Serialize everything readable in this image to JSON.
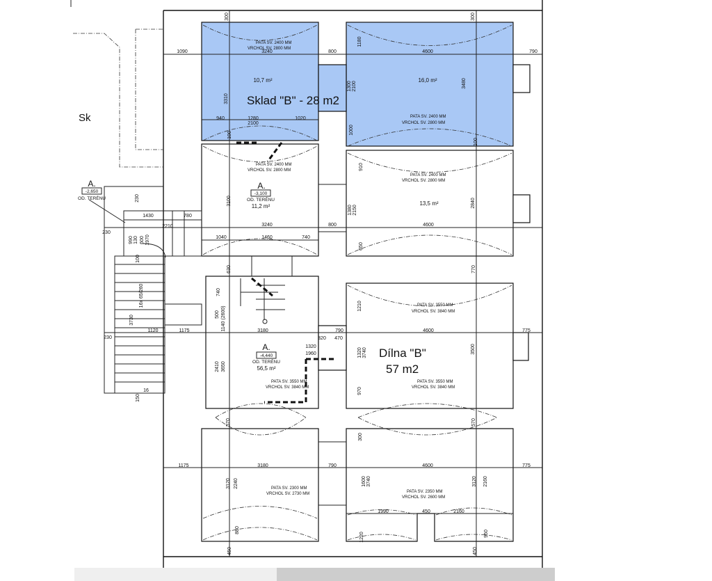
{
  "labels": {
    "sklad": "Sklad \"B\" - 28 m2",
    "dilna": "Dílna \"B\"",
    "dilna_area": "57 m2",
    "sk": "Sk"
  },
  "rooms": [
    {
      "area": "10,7 m²"
    },
    {
      "area": "16,0 m²"
    },
    {
      "mark": "A.",
      "level": "-3,100",
      "level_note": "OD. TERÉNU",
      "area": "11,2 m²"
    },
    {
      "area": "13,5 m²"
    },
    {
      "mark": "A.",
      "level": "-4,440",
      "level_note": "OD. TERÉNU",
      "area": "56,5 m²"
    }
  ],
  "exterior_level": {
    "mark": "A.",
    "level": "-2,650",
    "level_note": "OD. TERÉNU"
  },
  "vault_notes": [
    {
      "pata": "PATA SV. 2400 MM",
      "vrchol": "VRCHOL SV. 2800 MM"
    },
    {
      "pata": "PATA SV. 2400 MM",
      "vrchol": "VRCHOL SV. 2800 MM"
    },
    {
      "pata": "PATA SV. 2400 MM",
      "vrchol": "VRCHOL SV. 2800 MM"
    },
    {
      "pata": "PATA SV. 2400 MM",
      "vrchol": "VRCHOL SV. 2800 MM"
    },
    {
      "pata": "PATA SV. 3550 MM",
      "vrchol": "VRCHOL SV. 3840 MM"
    },
    {
      "pata": "PATA SV. 3550 MM",
      "vrchol": "VRCHOL SV. 3840 MM"
    },
    {
      "pata": "PATA SV. 3550 MM",
      "vrchol": "VRCHOL SV. 3840 MM"
    },
    {
      "pata": "PATA SV. 2300 MM",
      "vrchol": "VRCHOL SV. 2730 MM"
    },
    {
      "pata": "PATA SV. 2350 MM",
      "vrchol": "VRCHOL SV. 2600 MM"
    }
  ],
  "dims": [
    "1090",
    "3240",
    "800",
    "4600",
    "790",
    "300",
    "300",
    "940",
    "1280",
    "1020",
    "2100",
    "3310",
    "1180",
    "1300",
    "2100",
    "1000",
    "3480",
    "100",
    "100",
    "910",
    "1380",
    "2150",
    "650",
    "2840",
    "3100",
    "230",
    "230",
    "1430",
    "780",
    "2210",
    "3240",
    "800",
    "4600",
    "1040",
    "1460",
    "740",
    "990",
    "130",
    "600",
    "1970",
    "100",
    "630",
    "770",
    "740",
    "500",
    "1140 (2600)",
    "1210",
    "3730",
    "16x 65/260",
    "1120",
    "1175",
    "3180",
    "790",
    "4600",
    "775",
    "230",
    "320",
    "470",
    "1320",
    "1960",
    "1320",
    "3740",
    "3500",
    "2410",
    "3650",
    "970",
    "150",
    "16",
    "570",
    "570",
    "1175",
    "3180",
    "790",
    "4600",
    "775",
    "300",
    "3120",
    "2240",
    "1600",
    "3740",
    "3120",
    "2160",
    "880",
    "1220",
    "960",
    "1990",
    "450",
    "2160",
    "450",
    "450"
  ]
}
